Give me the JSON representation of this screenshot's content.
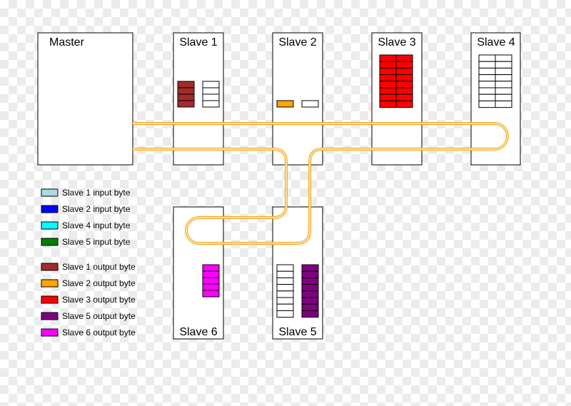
{
  "nodes": {
    "master": "Master",
    "slave1": "Slave 1",
    "slave2": "Slave 2",
    "slave3": "Slave 3",
    "slave4": "Slave 4",
    "slave5": "Slave 5",
    "slave6": "Slave 6"
  },
  "legend": [
    {
      "label": "Slave 1 input byte",
      "color": "#add8e6"
    },
    {
      "label": "Slave 2 input byte",
      "color": "#0000ff"
    },
    {
      "label": "Slave 4 input byte",
      "color": "#00ffff"
    },
    {
      "label": "Slave 5 input byte",
      "color": "#008000"
    },
    {
      "label": "Slave 1 output byte",
      "color": "#a52a2a"
    },
    {
      "label": "Slave 2 output byte",
      "color": "#ffa500"
    },
    {
      "label": "Slave 3 output byte",
      "color": "#ff0000"
    },
    {
      "label": "Slave 5 output byte",
      "color": "#800080"
    },
    {
      "label": "Slave 6 output byte",
      "color": "#ff00ff"
    }
  ],
  "colors": {
    "ring_outer": "#f5a623",
    "ring_inner": "#fde2a0",
    "empty_byte": "#ffffff"
  }
}
